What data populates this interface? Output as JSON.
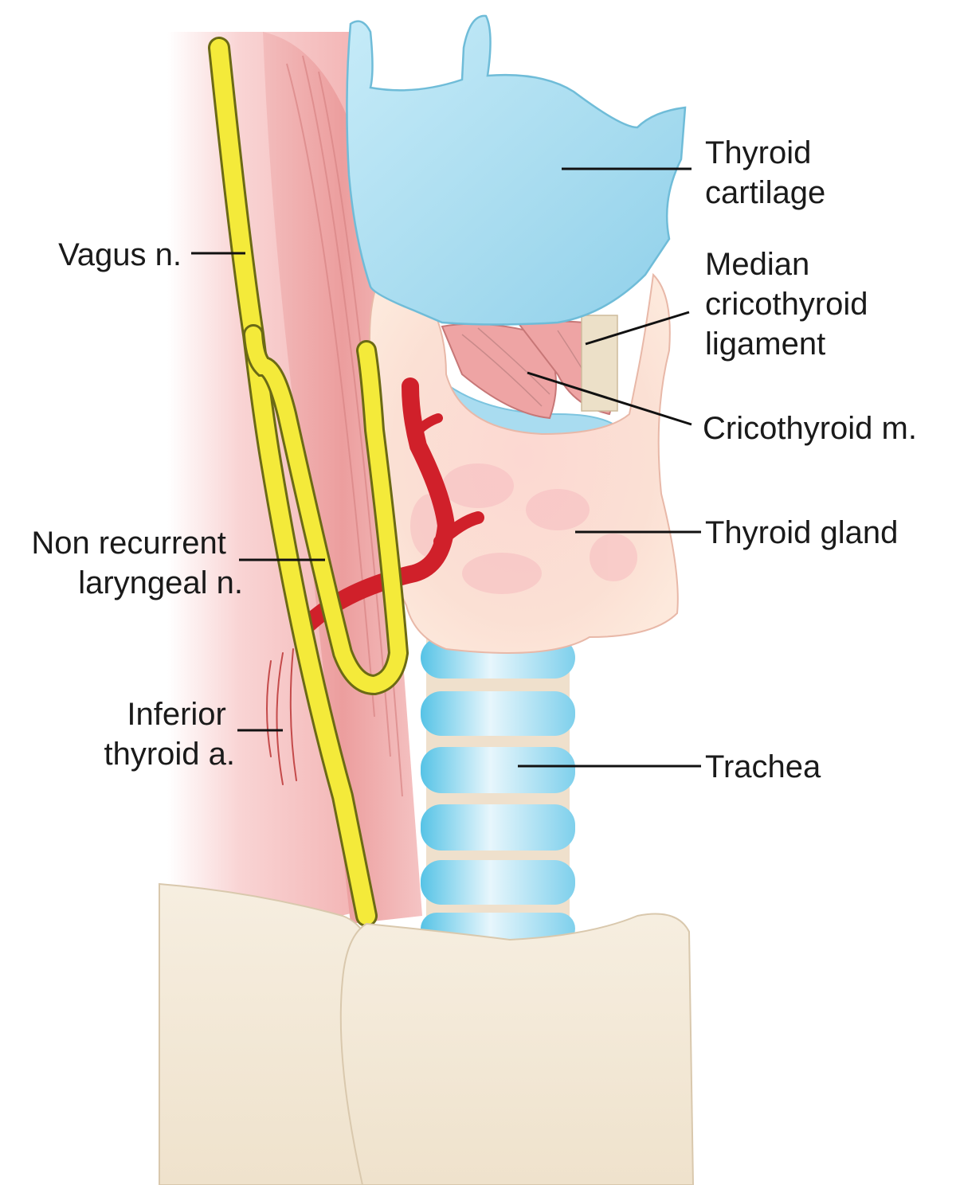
{
  "labels": {
    "thyroid_cartilage": [
      "Thyroid",
      "cartilage"
    ],
    "median_cricothyroid_ligament": [
      "Median",
      "cricothyroid",
      "ligament"
    ],
    "cricothyroid_muscle": "Cricothyroid m.",
    "thyroid_gland": "Thyroid gland",
    "trachea": "Trachea",
    "vagus_nerve": "Vagus n.",
    "non_recurrent_laryngeal_nerve": [
      "Non recurrent",
      "laryngeal n."
    ],
    "inferior_thyroid_artery": [
      "Inferior",
      "thyroid a."
    ]
  },
  "colors": {
    "cartilage": "#a9dcf0",
    "muscle": "#f0a9a9",
    "gland": "#fbd3cc",
    "nerve": "#f4ea3a",
    "artery": "#d0202a",
    "bone": "#f4ead8",
    "background": "#ffffff"
  }
}
